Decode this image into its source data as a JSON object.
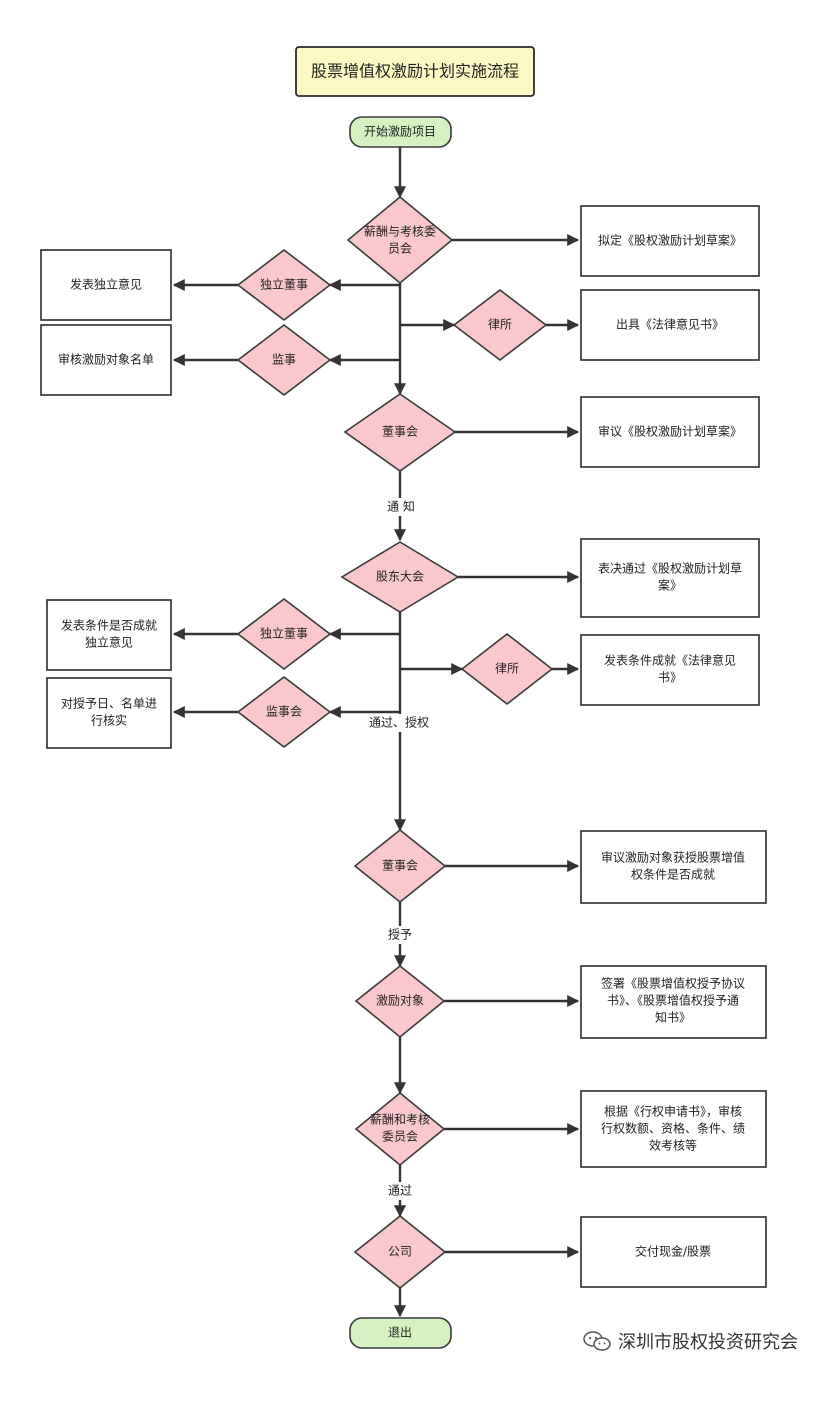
{
  "title": "股票增值权激励计划实施流程",
  "nodes": {
    "start": "开始激励项目",
    "comp1": [
      "薪酬与考核委",
      "员会"
    ],
    "draft": "拟定《股权激励计划草案》",
    "indep1": "独立董事",
    "opinion1": "发表独立意见",
    "law1": "律所",
    "legal1": "出具《法律意见书》",
    "sup1": "监事",
    "verify1": "审核激励对象名单",
    "board1": "董事会",
    "review1": "审议《股权激励计划草案》",
    "gm": "股东大会",
    "vote": [
      "表决通过《股权激励计划草",
      "案》"
    ],
    "indep2": "独立董事",
    "opinion2": [
      "发表条件是否成就",
      "独立意见"
    ],
    "law2": "律所",
    "legal2": [
      "发表条件成就《法律意见",
      "书》"
    ],
    "sup2": "监事会",
    "verify2": [
      "对授予日、名单进",
      "行核实"
    ],
    "board2": "董事会",
    "review2": [
      "审议激励对象获授股票增值",
      "权条件是否成就"
    ],
    "target": "激励对象",
    "sign": [
      "签署《股票增值权授予协议",
      "书》、《股票增值权授予通",
      "知书》"
    ],
    "comp2": [
      "薪酬和考核",
      "委员会"
    ],
    "audit": [
      "根据《行权申请书》，审核",
      "行权数额、资格、条件、绩",
      "效考核等"
    ],
    "company": "公司",
    "pay": "交付现金/股票",
    "end": "退出"
  },
  "edge_labels": {
    "notify": "通  知",
    "pass_auth": "通过、授权",
    "grant": "授予",
    "pass": "通过"
  },
  "watermark": "深圳市股权投资研究会",
  "colors": {
    "diamond_fill": "#f9c8cc",
    "terminal_fill": "#d4f2c2",
    "title_fill": "#fdf9c4"
  }
}
